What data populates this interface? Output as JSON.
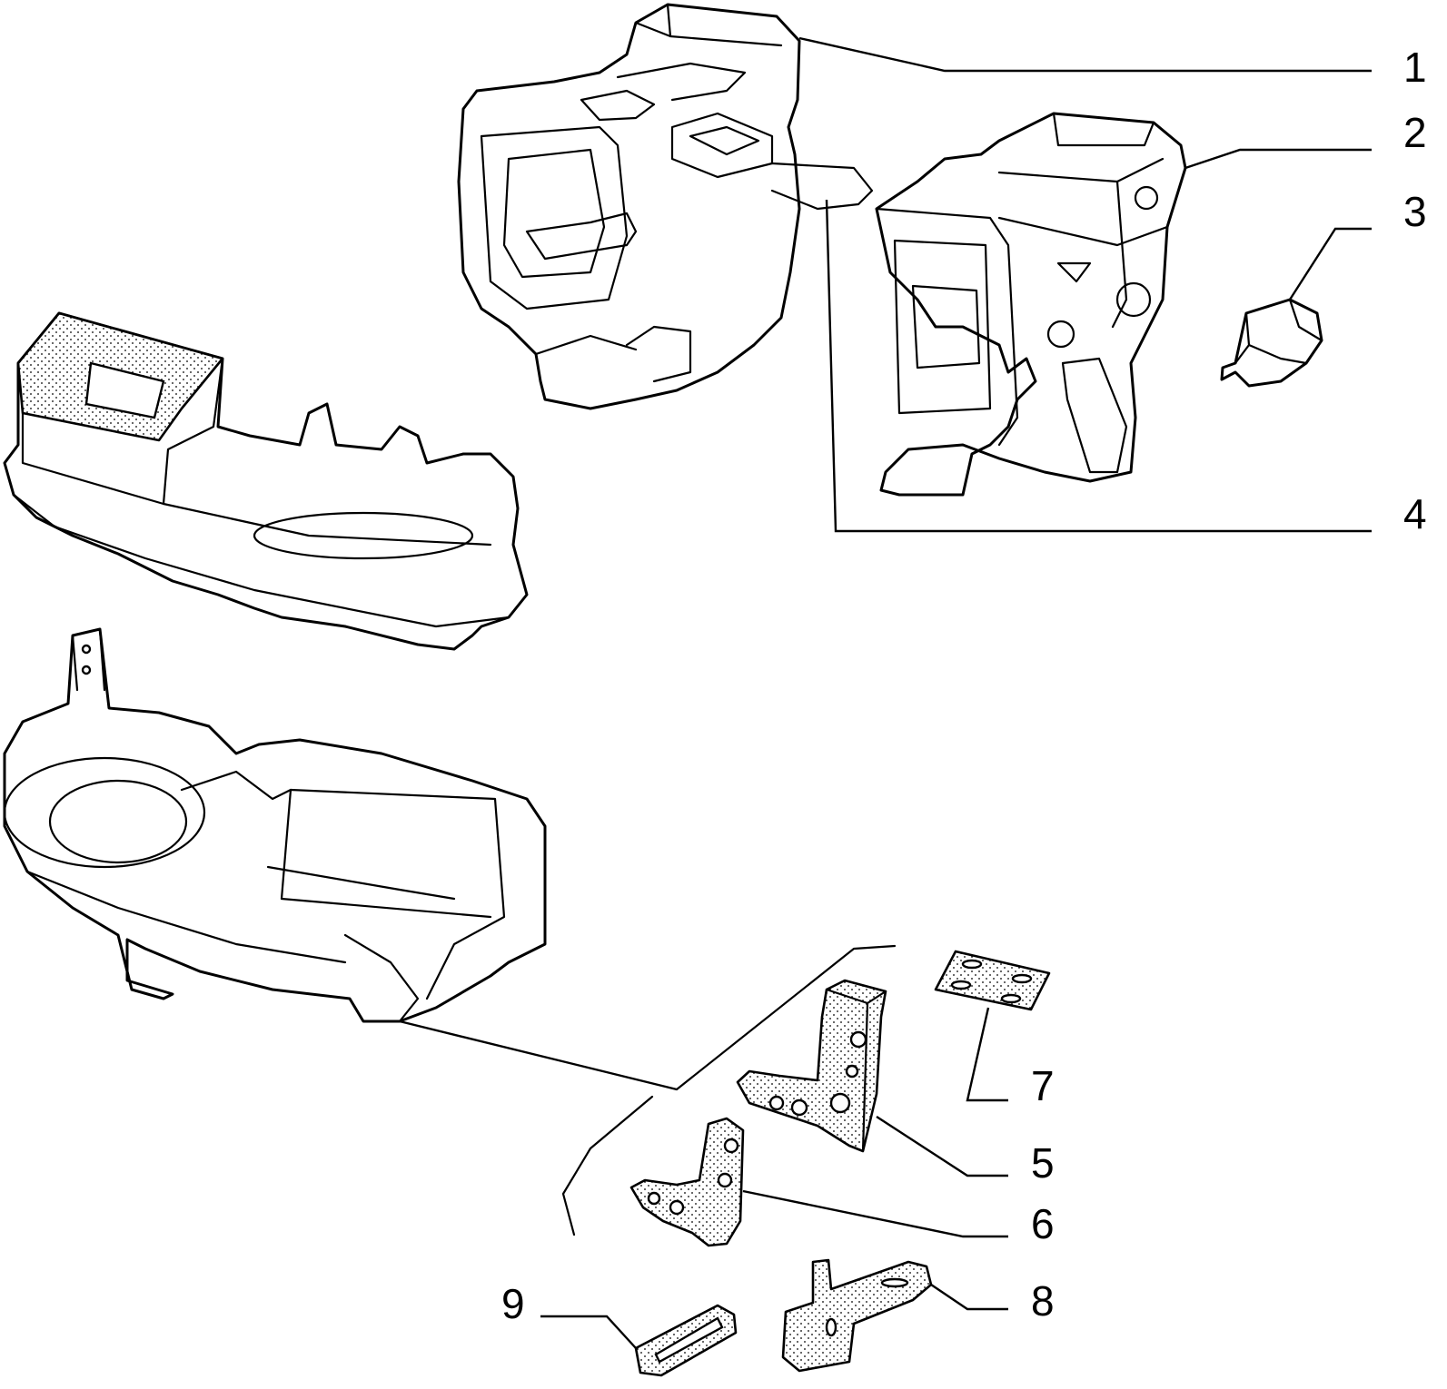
{
  "diagram": {
    "callouts": [
      "1",
      "2",
      "3",
      "4",
      "5",
      "6",
      "7",
      "8",
      "9"
    ]
  },
  "colors": {
    "line": "#000000",
    "background": "#ffffff"
  }
}
